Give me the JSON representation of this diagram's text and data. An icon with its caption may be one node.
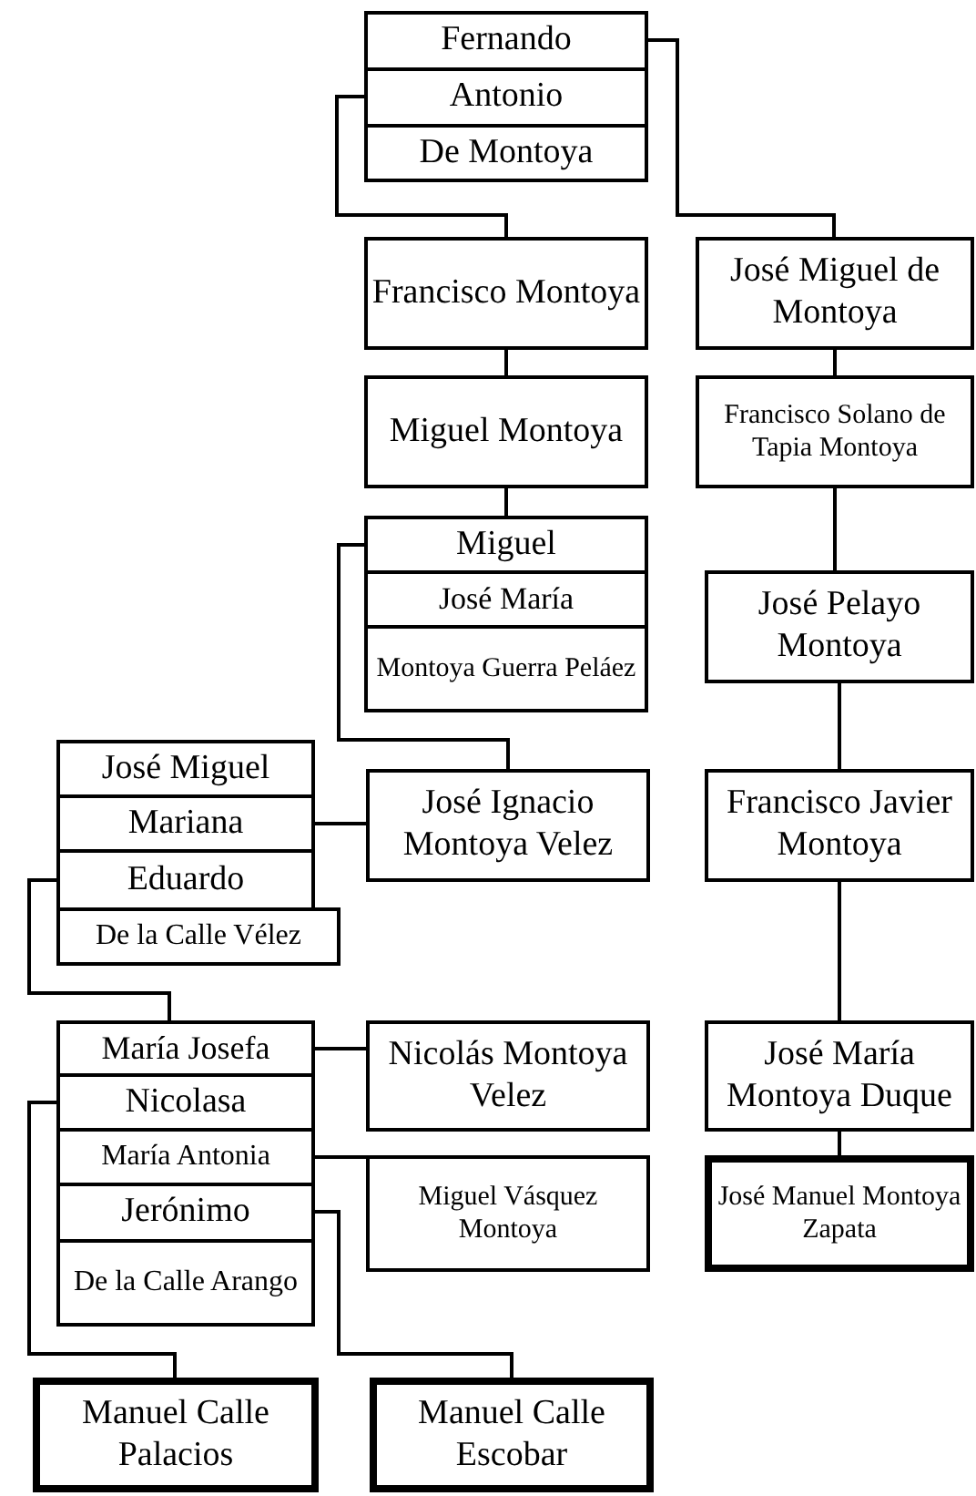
{
  "diagram": {
    "nodes": [
      {
        "text": [
          "Fernando"
        ]
      },
      {
        "text": [
          "Antonio"
        ]
      },
      {
        "text": [
          "De Montoya"
        ]
      },
      {
        "text": [
          "Francisco Montoya"
        ]
      },
      {
        "text": [
          "José Miguel de Montoya"
        ]
      },
      {
        "text": [
          "Miguel Montoya"
        ]
      },
      {
        "text": [
          "Francisco Solano de Tapia Montoya"
        ]
      },
      {
        "text": [
          "Miguel"
        ]
      },
      {
        "text": [
          "José María"
        ]
      },
      {
        "text": [
          "Montoya Guerra Peláez"
        ]
      },
      {
        "text": [
          "José Pelayo Montoya"
        ]
      },
      {
        "text": [
          "José Miguel"
        ]
      },
      {
        "text": [
          "Mariana"
        ]
      },
      {
        "text": [
          "José Ignacio Montoya Velez"
        ]
      },
      {
        "text": [
          "Francisco Javier Montoya"
        ]
      },
      {
        "text": [
          "Eduardo"
        ]
      },
      {
        "text": [
          "De la Calle Vélez"
        ]
      },
      {
        "text": [
          "María Josefa"
        ]
      },
      {
        "text": [
          "Nicolás Montoya Velez"
        ]
      },
      {
        "text": [
          "José María Montoya Duque"
        ]
      },
      {
        "text": [
          "Nicolasa"
        ]
      },
      {
        "text": [
          "María Antonia"
        ]
      },
      {
        "text": [
          "Miguel Vásquez Montoya"
        ]
      },
      {
        "text": [
          "José Manuel Montoya Zapata"
        ]
      },
      {
        "text": [
          "Jerónimo"
        ]
      },
      {
        "text": [
          "De la Calle Arango"
        ]
      },
      {
        "text": [
          "Manuel Calle Palacios"
        ]
      },
      {
        "text": [
          "Manuel Calle Escobar"
        ]
      }
    ],
    "edges": [
      {
        "from": 0,
        "to": 4,
        "arrow": "none"
      },
      {
        "from": 1,
        "to": 3,
        "arrow": "none"
      },
      {
        "from": 3,
        "to": 5,
        "arrow": "none"
      },
      {
        "from": 4,
        "to": 6,
        "arrow": "none"
      },
      {
        "from": 5,
        "to": 7,
        "arrow": "none"
      },
      {
        "from": 6,
        "to": 10,
        "arrow": "none"
      },
      {
        "from": 7,
        "to": 13,
        "arrow": "none"
      },
      {
        "from": 10,
        "to": 14,
        "arrow": "none"
      },
      {
        "from": 12,
        "to": 13,
        "arrow": "none"
      },
      {
        "from": 15,
        "to": 17,
        "arrow": "none"
      },
      {
        "from": 14,
        "to": 19,
        "arrow": "none"
      },
      {
        "from": 17,
        "to": 18,
        "arrow": "none"
      },
      {
        "from": 19,
        "to": 23,
        "arrow": "none"
      },
      {
        "from": 21,
        "to": 22,
        "arrow": "none"
      },
      {
        "from": 20,
        "to": 26,
        "arrow": "none"
      },
      {
        "from": 24,
        "to": 27,
        "arrow": "none"
      }
    ]
  }
}
